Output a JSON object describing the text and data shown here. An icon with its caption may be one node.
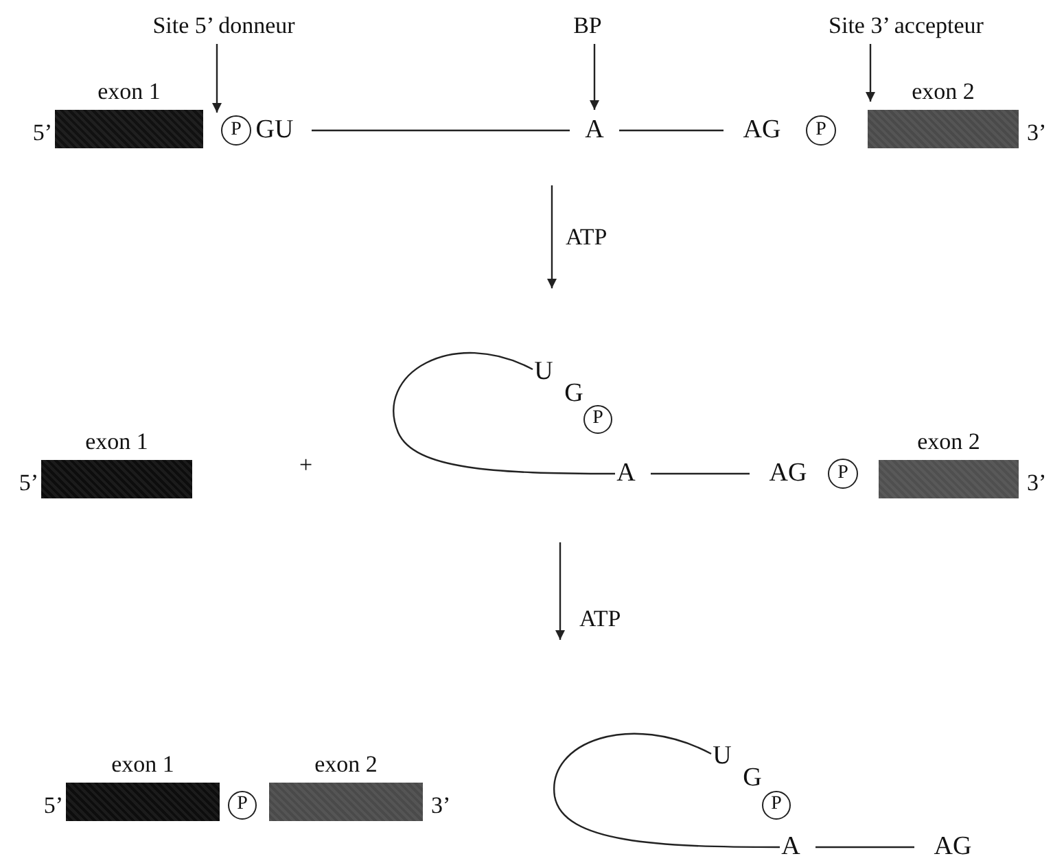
{
  "diagram": {
    "nodes": [
      {
        "text": [
          "Site 5’ donneur"
        ]
      },
      {
        "text": [
          "BP"
        ]
      },
      {
        "text": [
          "Site 3’ accepteur"
        ]
      },
      {
        "text": [
          "exon 1"
        ],
        "beside": [
          "5’"
        ]
      },
      {
        "text": [
          "P"
        ]
      },
      {
        "text": [
          "GU"
        ]
      },
      {
        "text": [
          "A"
        ]
      },
      {
        "text": [
          "AG"
        ]
      },
      {
        "text": [
          "P"
        ]
      },
      {
        "text": [
          "exon 2"
        ],
        "beside": [
          "3’"
        ]
      },
      {
        "text": [
          "exon 1"
        ],
        "beside": [
          "5’"
        ]
      },
      {
        "text": [
          "U"
        ]
      },
      {
        "text": [
          "G"
        ]
      },
      {
        "text": [
          "P"
        ]
      },
      {
        "text": [
          "A"
        ]
      },
      {
        "text": [
          "AG"
        ]
      },
      {
        "text": [
          "P"
        ]
      },
      {
        "text": [
          "exon 2"
        ],
        "beside": [
          "3’"
        ]
      },
      {
        "text": [
          "exon 1"
        ],
        "beside": [
          "5’"
        ]
      },
      {
        "text": [
          "P"
        ]
      },
      {
        "text": [
          "exon 2"
        ],
        "beside": [
          "3’"
        ]
      },
      {
        "text": [
          "U"
        ]
      },
      {
        "text": [
          "G"
        ]
      },
      {
        "text": [
          "P"
        ]
      },
      {
        "text": [
          "A"
        ]
      },
      {
        "text": [
          "AG"
        ]
      }
    ],
    "edges": [
      {
        "from": 0,
        "to": 4,
        "arrow": "to"
      },
      {
        "from": 1,
        "to": 6,
        "arrow": "to"
      },
      {
        "from": 2,
        "to": 9,
        "arrow": "to"
      },
      {
        "from": 5,
        "to": 6,
        "arrow": "none"
      },
      {
        "from": 6,
        "to": 7,
        "arrow": "none"
      },
      {
        "from": 11,
        "to": 14,
        "arrow": "none"
      },
      {
        "from": 14,
        "to": 15,
        "arrow": "none"
      },
      {
        "from": 21,
        "to": 24,
        "arrow": "none"
      },
      {
        "from": 24,
        "to": 25,
        "arrow": "none"
      }
    ],
    "labels": [
      "ATP",
      "+",
      "ATP"
    ]
  }
}
